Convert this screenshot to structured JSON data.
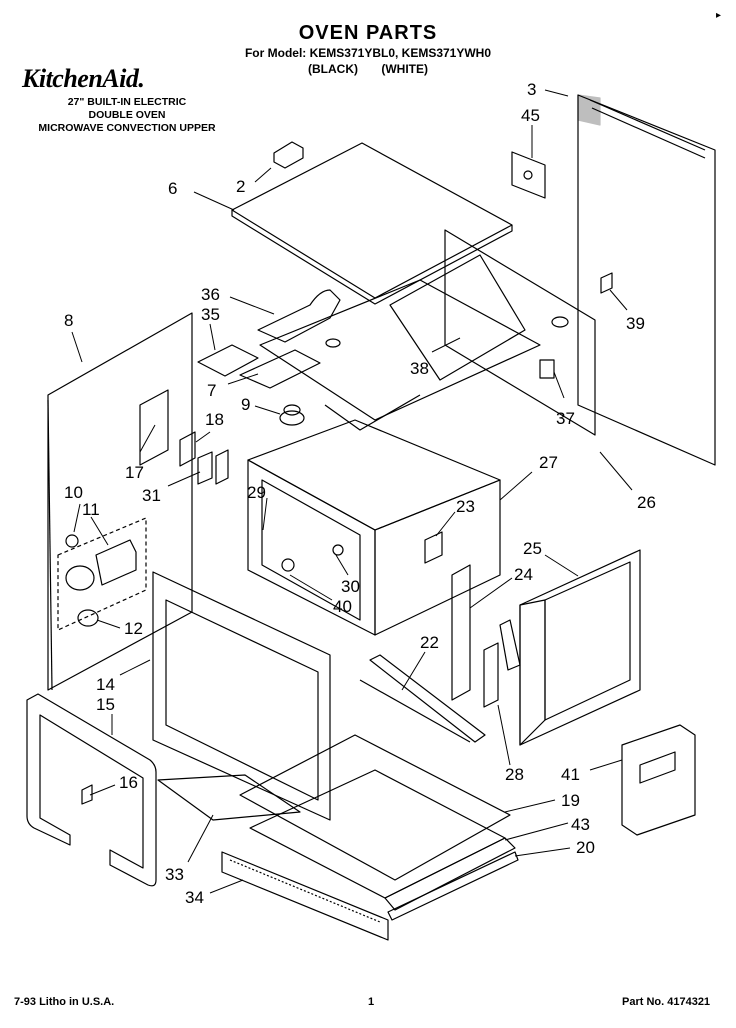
{
  "header": {
    "title": "OVEN PARTS",
    "model_line": "For Model: KEMS371YBL0, KEMS371YWH0",
    "color_black": "(BLACK)",
    "color_white": "(WHITE)"
  },
  "brand": {
    "logo": "KitchenAid.",
    "description": [
      "27\" BUILT-IN ELECTRIC",
      "DOUBLE OVEN",
      "MICROWAVE CONVECTION UPPER"
    ]
  },
  "corner_mark": "▸",
  "footer": {
    "litho": "7-93  Litho in U.S.A.",
    "page": "1",
    "part_no": "Part No. 4174321"
  },
  "callouts": [
    "2",
    "3",
    "6",
    "45",
    "8",
    "36",
    "35",
    "7",
    "9",
    "38",
    "39",
    "37",
    "18",
    "17",
    "31",
    "10",
    "11",
    "29",
    "27",
    "23",
    "26",
    "25",
    "24",
    "30",
    "40",
    "12",
    "22",
    "14",
    "15",
    "28",
    "41",
    "16",
    "19",
    "43",
    "20",
    "33",
    "34"
  ]
}
